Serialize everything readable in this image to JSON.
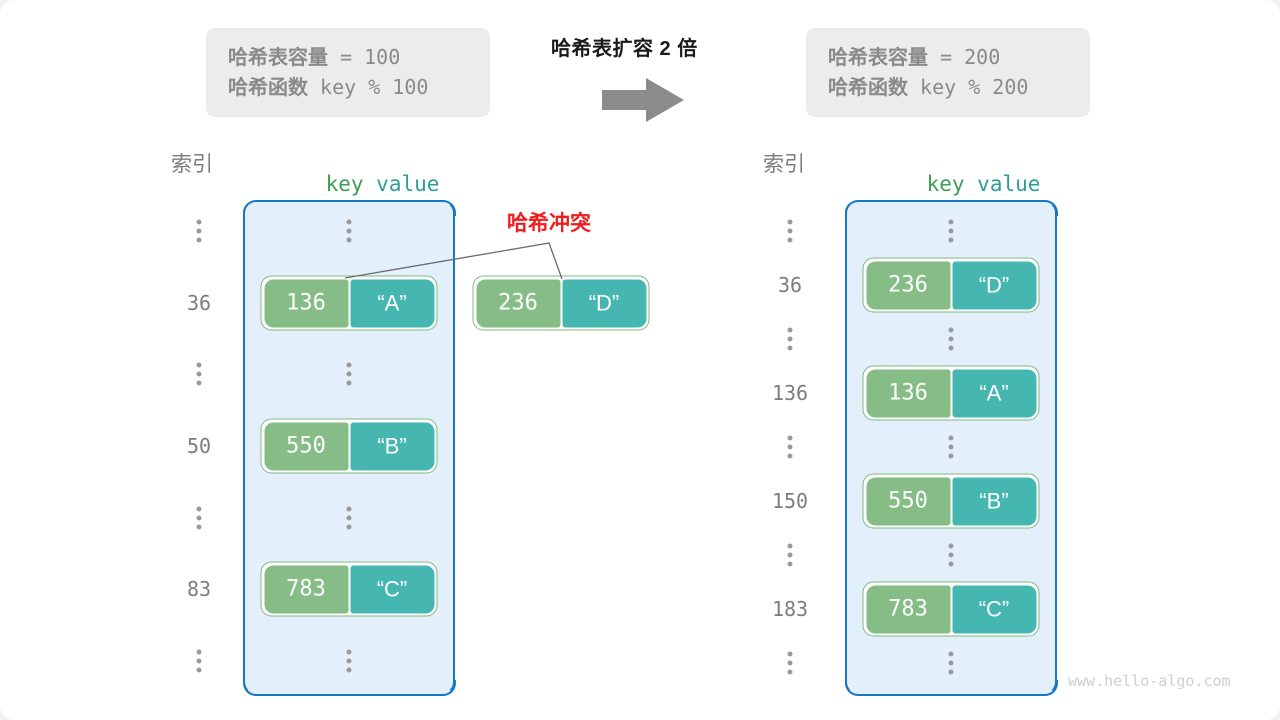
{
  "watermark": "www.hello-algo.com",
  "transition": {
    "caption": "哈希表扩容 2 倍",
    "arrow_icon": "right-arrow-icon"
  },
  "before": {
    "info": {
      "capacity_label": "哈希表容量",
      "capacity_value": " = 100",
      "function_label": "哈希函数",
      "function_value": " key % 100"
    },
    "headers": {
      "index": "索引",
      "key": "key",
      "value": "value"
    },
    "rows": [
      {
        "index": "⋮",
        "entry": null
      },
      {
        "index": "36",
        "entry": {
          "key": "136",
          "value": "“A”"
        }
      },
      {
        "index": "⋮",
        "entry": null
      },
      {
        "index": "50",
        "entry": {
          "key": "550",
          "value": "“B”"
        }
      },
      {
        "index": "⋮",
        "entry": null
      },
      {
        "index": "83",
        "entry": {
          "key": "783",
          "value": "“C”"
        }
      },
      {
        "index": "⋮",
        "entry": null
      }
    ],
    "collision": {
      "label": "哈希冲突",
      "color": "#ef1d1d",
      "floating_entry": {
        "key": "236",
        "value": "“D”"
      }
    }
  },
  "after": {
    "info": {
      "capacity_label": "哈希表容量",
      "capacity_value": " = 200",
      "function_label": "哈希函数",
      "function_value": " key % 200"
    },
    "headers": {
      "index": "索引",
      "key": "key",
      "value": "value"
    },
    "rows": [
      {
        "index": "⋮",
        "entry": null
      },
      {
        "index": "36",
        "entry": {
          "key": "236",
          "value": "“D”"
        }
      },
      {
        "index": "⋮",
        "entry": null
      },
      {
        "index": "136",
        "entry": {
          "key": "136",
          "value": "“A”"
        }
      },
      {
        "index": "⋮",
        "entry": null
      },
      {
        "index": "150",
        "entry": {
          "key": "550",
          "value": "“B”"
        }
      },
      {
        "index": "⋮",
        "entry": null
      },
      {
        "index": "183",
        "entry": {
          "key": "783",
          "value": "“C”"
        }
      },
      {
        "index": "⋮",
        "entry": null
      }
    ]
  },
  "colors": {
    "key_box": "#86bd86",
    "value_box": "#45b7b0",
    "bucket_fill": "#e3f0fb",
    "bucket_border": "#1878c8",
    "info_card": "#ececec",
    "collision": "#ef1d1d"
  }
}
